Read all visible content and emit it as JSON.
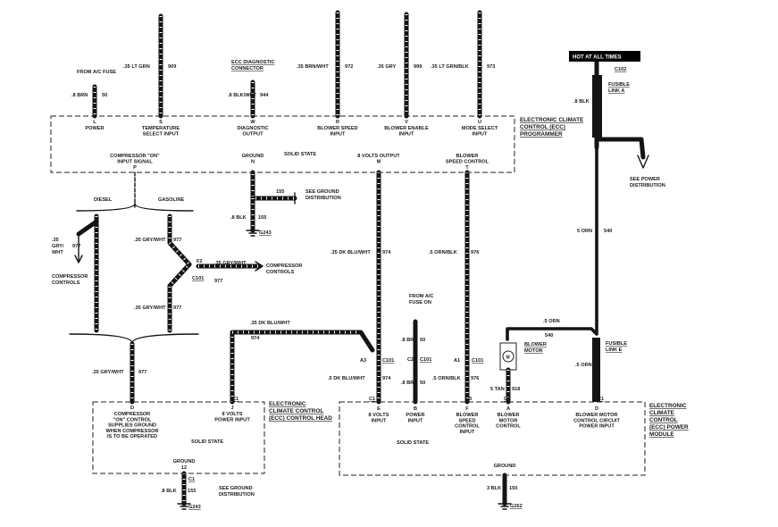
{
  "hot_label": "HOT AT ALL TIMES",
  "c102": "C102",
  "fusible_a": [
    "FUSIBLE",
    "LINK A"
  ],
  "fusible_a_wire": ".8 BLK",
  "see_power_dist": [
    "SEE POWER",
    "DISTRIBUTION"
  ],
  "orn_540_a": "5 ORN",
  "num_540_a": "540",
  "fusible_e": [
    "FUSIBLE",
    "LINK E"
  ],
  "orn_540_b": ".5 ORN",
  "num_540_b": "540",
  "orn_540_c": ".5 ORN",
  "c1": "C1",
  "c2": "C2",
  "c3": "C3",
  "c101": "C101",
  "from_ac_fuse": "FROM A/C FUSE",
  "from_ac_fuse_on": [
    "FROM A/C",
    "FUSE ON"
  ],
  "ecc_diag": [
    "ECC DIAGNOSTIC",
    "CONNECTOR"
  ],
  "programmer_title": [
    "ELECTRONIC CLIMATE",
    "CONTROL (ECC)",
    "PROGRAMMER"
  ],
  "solid_state": "SOLID STATE",
  "ground": "GROUND",
  "prog_top_pins": [
    {
      "letter": "L",
      "label": [
        "POWER"
      ],
      "wire": ".8 BRN",
      "num": "50"
    },
    {
      "letter": "S",
      "label": [
        "TEMPERATURE",
        "SELECT INPUT"
      ],
      "wire": ".35 LT GRN",
      "num": "909"
    },
    {
      "letter": "W",
      "label": [
        "DIAGNOSTIC",
        "OUTPUT"
      ],
      "wire": ".8 BLK/WHT",
      "num": "944"
    },
    {
      "letter": "R",
      "label": [
        "BLOWER SPEED",
        "INPUT"
      ],
      "wire": ".35 BRN/WHT",
      "num": "972"
    },
    {
      "letter": "V",
      "label": [
        "BLOWER ENABLE",
        "INPUT"
      ],
      "wire": ".35 GRY",
      "num": "999"
    },
    {
      "letter": "U",
      "label": [
        "MODE SELECT",
        "INPUT"
      ],
      "wire": ".35 LT GRN/BLK",
      "num": "973"
    }
  ],
  "prog_bottom_pins": [
    {
      "letter": "P",
      "label": [
        "COMPRESSOR \"ON\"",
        "INPUT SIGNAL"
      ]
    },
    {
      "letter": "N",
      "label": [
        "GROUND"
      ]
    },
    {
      "letter": "M",
      "label": [
        "8 VOLTS OUTPUT"
      ]
    },
    {
      "letter": "T",
      "label": [
        "BLOWER",
        "SPEED CONTROL"
      ]
    }
  ],
  "ground_wire_num": "155",
  "see_ground_dist": [
    "SEE GROUND",
    "DISTRIBUTION"
  ],
  "blk_155": ".8 BLK",
  "num_155": "155",
  "g243": "G243",
  "g262": "G262",
  "diesel": "DIESEL",
  "gasoline": "GASOLINE",
  "gry_wht_977": [
    ".35",
    "GRY/",
    "WHT"
  ],
  "num_977": "977",
  "compressor_controls": [
    "COMPRESSOR",
    "CONTROLS"
  ],
  "wire_35_gry_wht": ".35 GRY/WHT",
  "f2": "F2",
  "wire_974": ".35 DK BLU/WHT",
  "num_974": "974",
  "wire_976": ".5 ORN/BLK",
  "num_976": "976",
  "wire_974_b": ".5 DK BLU/WHT",
  "wire_976_b": ".5 ORN/BLK",
  "a3": "A3",
  "a1": "A1",
  "wire_50": ".8 BRN",
  "num_50": "50",
  "blower_motor": [
    "BLOWER",
    "MOTOR"
  ],
  "tan_918": "5 TAN",
  "num_918": "918",
  "head_title": [
    "ELECTRONIC",
    "CLIMATE CONTROL",
    "(ECC) CONTROL HEAD"
  ],
  "head_pin_d": {
    "letter": "D",
    "label": [
      "COMPRESSOR",
      "\"ON\" CONTROL",
      "SUPPLIES GROUND",
      "WHEN COMPRESSOR",
      "IS TO BE OPERATED"
    ]
  },
  "head_pin_j": {
    "letter": "J",
    "label": [
      "8 VOLTS",
      "POWER INPUT"
    ]
  },
  "head_ground": {
    "label": "GROUND",
    "num": "12"
  },
  "module_title": [
    "ELECTRONIC",
    "CLIMATE",
    "CONTROL",
    "(ECC) POWER",
    "MODULE"
  ],
  "module_pins": [
    {
      "letter": "E",
      "label": [
        "8 VOLTS",
        "INPUT"
      ]
    },
    {
      "letter": "B",
      "label": [
        "POWER",
        "INPUT"
      ]
    },
    {
      "letter": "F",
      "label": [
        "BLOWER",
        "SPEED",
        "CONTROL",
        "INPUT"
      ]
    },
    {
      "letter": "A",
      "label": [
        "BLOWER",
        "MOTOR",
        "CONTROL"
      ]
    },
    {
      "letter": "D",
      "label": [
        "BLOWER MOTOR",
        "CONTROL CIRCUIT",
        "POWER INPUT"
      ]
    }
  ],
  "blk_150": "3 BLK",
  "num_150": "150"
}
